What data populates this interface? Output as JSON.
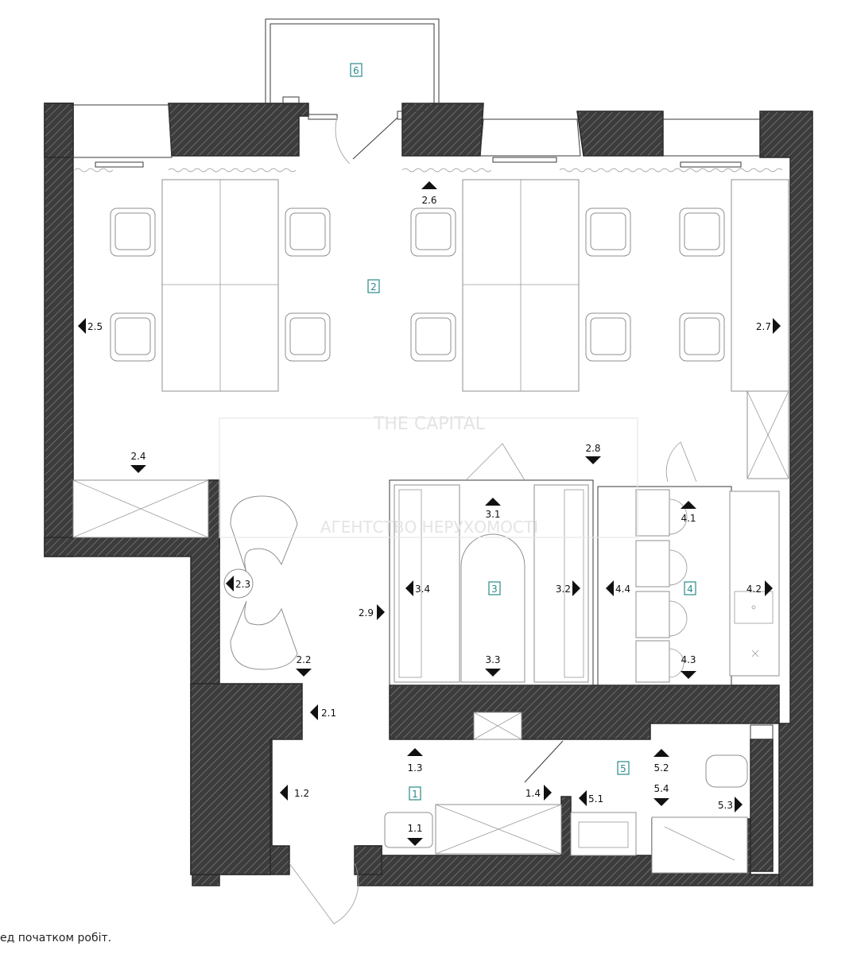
{
  "rooms": [
    {
      "id": "1",
      "label": "1"
    },
    {
      "id": "2",
      "label": "2"
    },
    {
      "id": "3",
      "label": "3"
    },
    {
      "id": "4",
      "label": "4"
    },
    {
      "id": "5",
      "label": "5"
    },
    {
      "id": "6",
      "label": "6"
    }
  ],
  "view_markers": [
    "1.1",
    "1.2",
    "1.3",
    "1.4",
    "2.1",
    "2.2",
    "2.3",
    "2.4",
    "2.5",
    "2.6",
    "2.7",
    "2.8",
    "2.9",
    "3.1",
    "3.2",
    "3.3",
    "3.4",
    "4.1",
    "4.2",
    "4.3",
    "4.4",
    "5.1",
    "5.2",
    "5.3",
    "5.4"
  ],
  "watermark": {
    "brand": "THE CAPITAL",
    "subtitle": "АГЕНТСТВО НЕРУХОМОСТІ"
  },
  "footer_note": "ед початком робіт.",
  "colors": {
    "wall_hatch": "#2d2d2d",
    "room_label": "#2a8a8a"
  }
}
